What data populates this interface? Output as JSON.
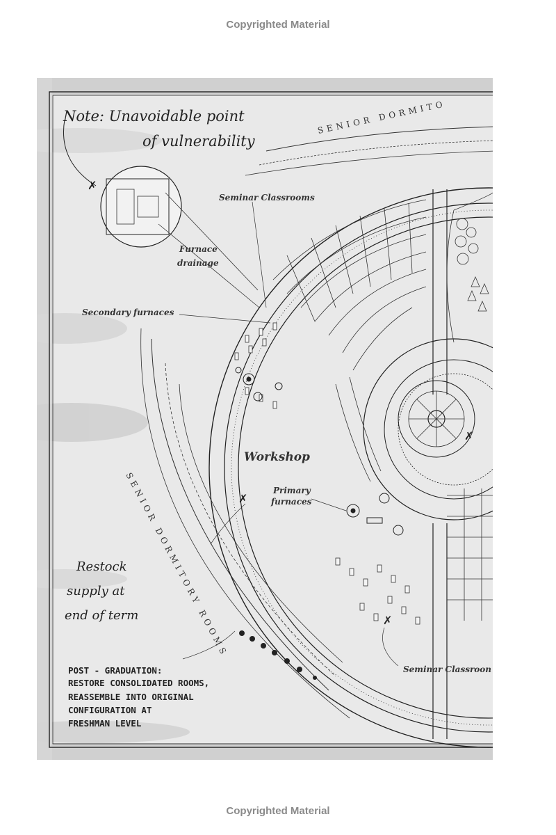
{
  "copyright_top": "Copyrighted Material",
  "copyright_bottom": "Copyrighted Material",
  "map": {
    "labels": {
      "senior_dormitory_top": "SENIOR DORMITO",
      "senior_dormitory_rooms": "SENIOR DORMITORY ROOMS",
      "seminar_classrooms_top": "Seminar Classrooms",
      "furnace_drainage_1": "Furnace",
      "furnace_drainage_2": "drainage",
      "secondary_furnaces": "Secondary furnaces",
      "workshop": "Workshop",
      "primary_furnaces_1": "Primary",
      "primary_furnaces_2": "furnaces",
      "seminar_classrooms_bottom": "Seminar Classroon"
    },
    "notes": {
      "vulnerability_1": "Note: Unavoidable point",
      "vulnerability_2": "of vulnerability",
      "restock_1": "Restock",
      "restock_2": "supply at",
      "restock_3": "end of term",
      "post_grad_1": "POST - GRADUATION:",
      "post_grad_2": "RESTORE CONSOLIDATED ROOMS,",
      "post_grad_3": "REASSEMBLE INTO ORIGINAL",
      "post_grad_4": "CONFIGURATION AT",
      "post_grad_5": "FRESHMAN LEVEL"
    }
  }
}
